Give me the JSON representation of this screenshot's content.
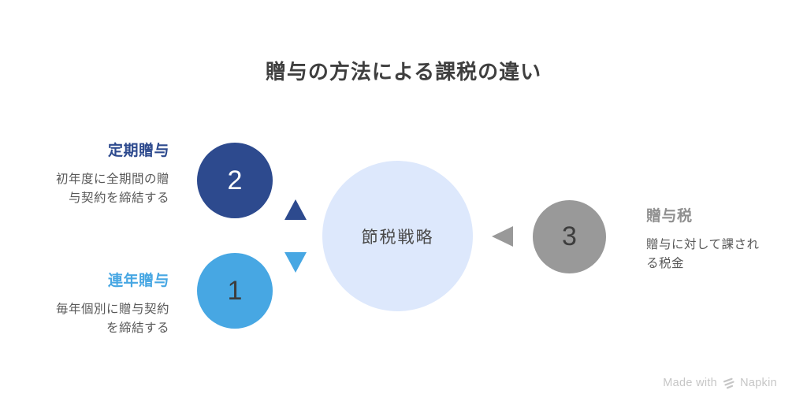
{
  "title": "贈与の方法による課税の違い",
  "center": {
    "label": "節税戦略"
  },
  "items": [
    {
      "number": "2",
      "label": "定期贈与",
      "description": "初年度に全期間の贈\n与契約を締結する"
    },
    {
      "number": "1",
      "label": "連年贈与",
      "description": "毎年個別に贈与契約\nを締結する"
    },
    {
      "number": "3",
      "label": "贈与税",
      "description": "贈与に対して課され\nる税金"
    }
  ],
  "icons": {
    "triangle_up": "up-triangle-connector",
    "triangle_down": "down-triangle-connector",
    "triangle_left": "left-triangle-connector",
    "napkin_logo": "napkin-logo"
  },
  "colors": {
    "dark-blue": "#2d4a8e",
    "light-blue": "#47a7e3",
    "pale-blue": "#dde8fc",
    "gray": "#999999",
    "title-text": "#3f3f3f",
    "body-text": "#595959",
    "gray-label": "#8f8f8f",
    "number-dark": "#3d3d3d",
    "footer": "#c6c6c6",
    "white": "#ffffff"
  },
  "footer": {
    "made_with": "Made with",
    "brand": "Napkin"
  }
}
